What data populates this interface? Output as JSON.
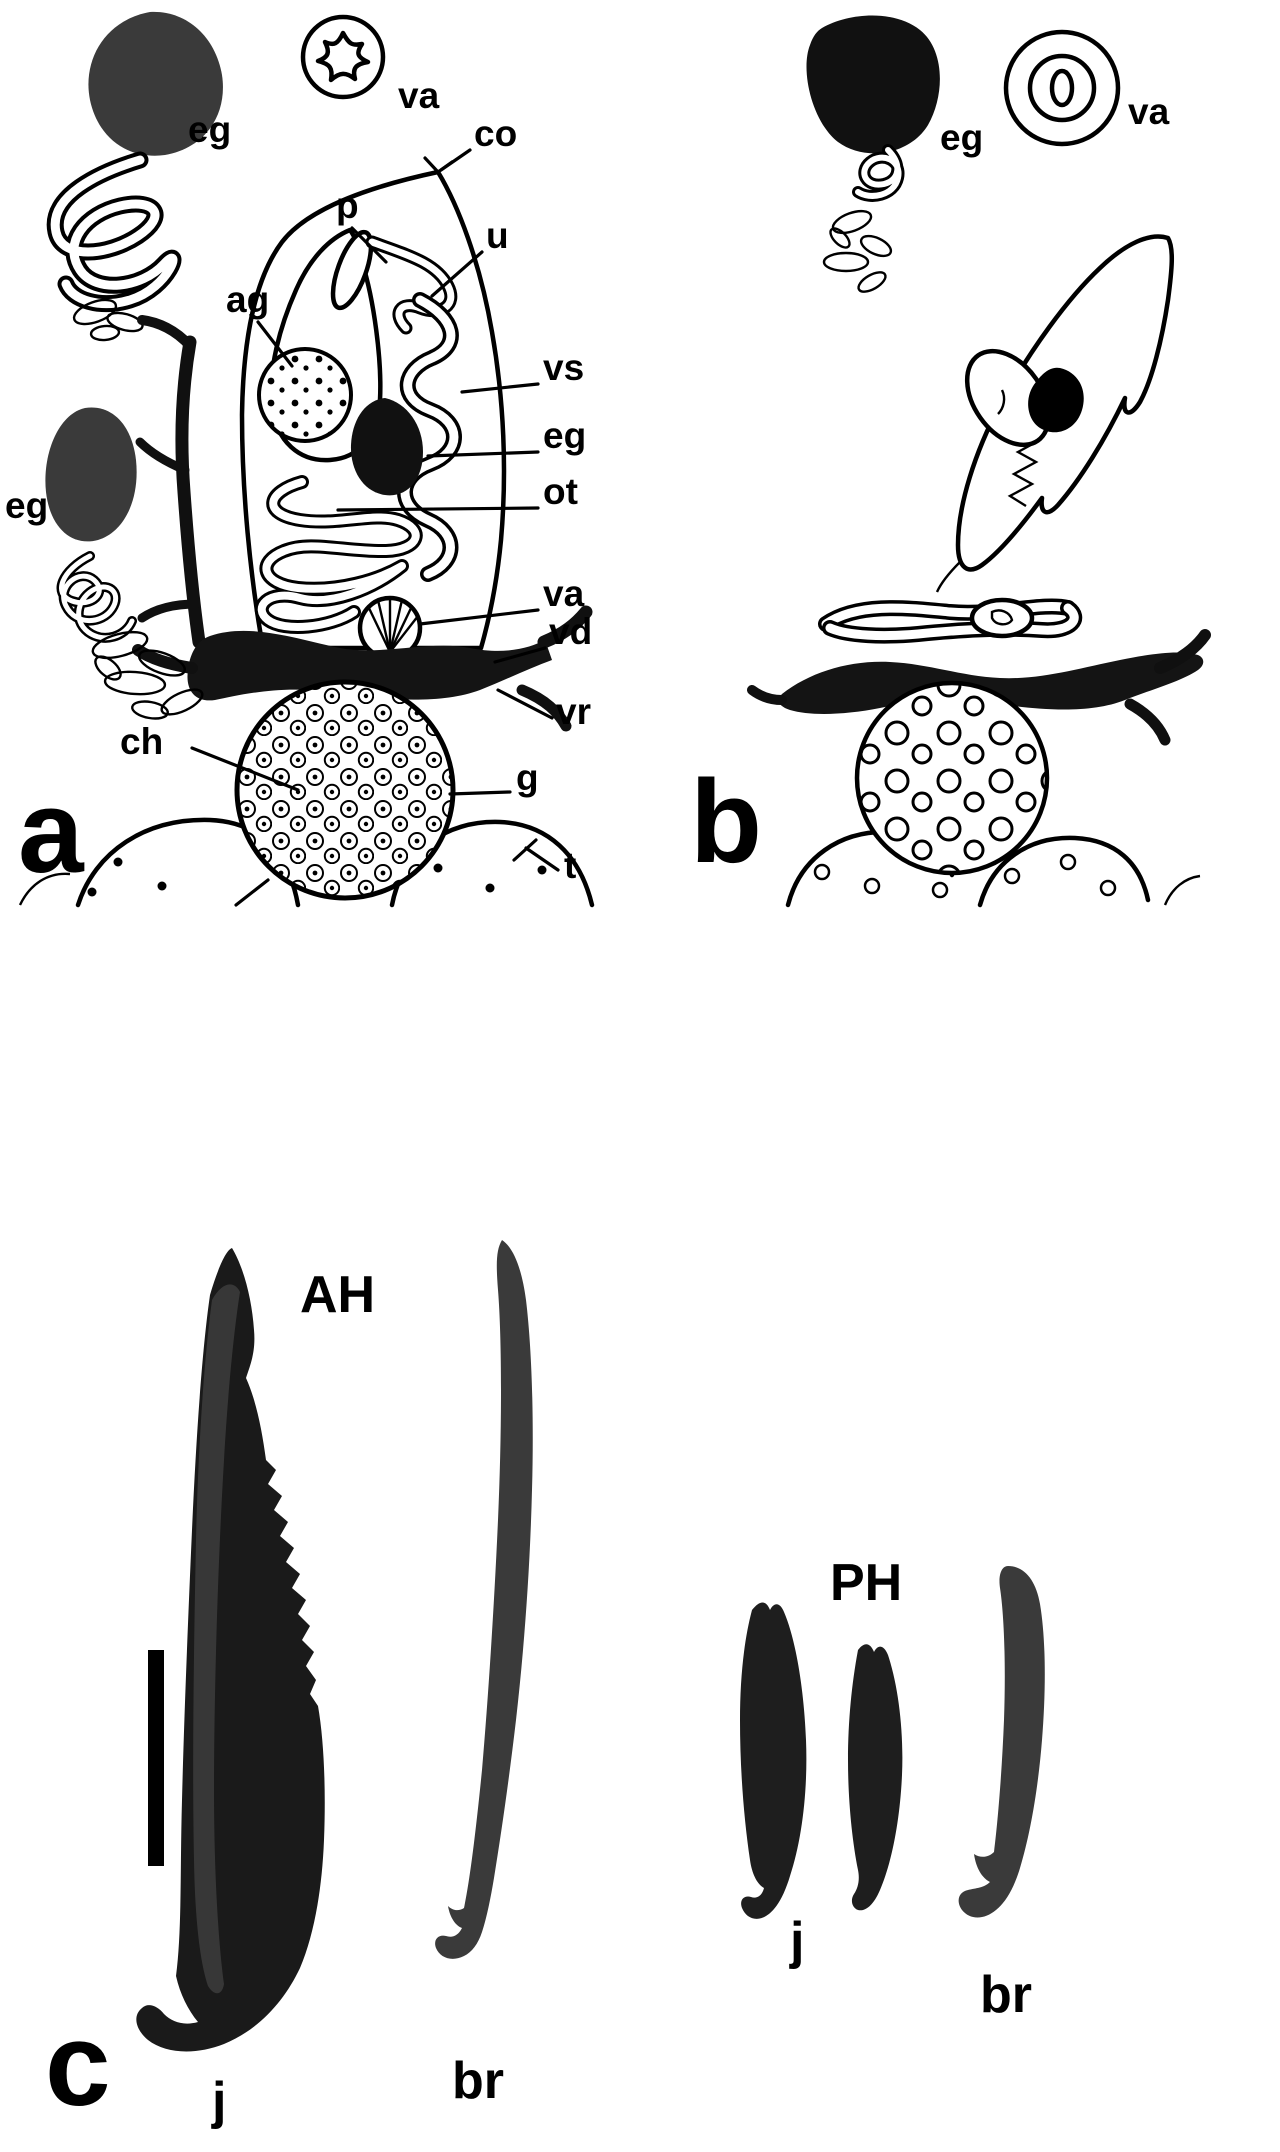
{
  "colors": {
    "background": "#ffffff",
    "ink": "#000000",
    "egg_fill": "#3a3a3a",
    "dark_organ_fill": "#111111",
    "band_fill": "#141414",
    "jaw_fill": "#1a1a1a",
    "jaw_highlight": "#3d3d3d",
    "blade_fill": "#3a3a3a",
    "tooth_fill": "#1e1e1e"
  },
  "panel_a": {
    "panel_letter": "a",
    "labels": {
      "eg_top": "eg",
      "va_top": "va",
      "co": "co",
      "p": "p",
      "u": "u",
      "ag": "ag",
      "vs": "vs",
      "eg_mid": "eg",
      "ot": "ot",
      "eg_left": "eg",
      "va_low": "va",
      "vd": "vd",
      "vr": "vr",
      "ch": "ch",
      "g": "g",
      "t": "t"
    }
  },
  "panel_b": {
    "panel_letter": "b",
    "labels": {
      "eg": "eg",
      "va": "va"
    }
  },
  "panel_c": {
    "panel_letter": "c",
    "labels": {
      "ah_group": "AH",
      "ah_jaw": "j",
      "ah_bristle": "br",
      "ph_group": "PH",
      "ph_jaw": "j",
      "ph_bristle": "br"
    }
  }
}
